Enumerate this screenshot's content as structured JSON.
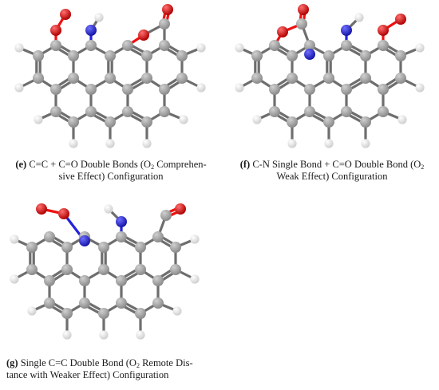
{
  "panels": [
    {
      "id": "e",
      "caption_label": "(e)",
      "caption_line1": " C=C + C=O Double Bonds (O",
      "caption_sub": "2",
      "caption_line1_tail": " Comprehen-",
      "caption_line2": "sive Effect) Configuration"
    },
    {
      "id": "f",
      "caption_label": "(f)",
      "caption_line1": " C-N Single Bond + C=O Double Bond (O",
      "caption_sub": "2",
      "caption_line1_tail": "",
      "caption_line2": "Weak Effect) Configuration"
    },
    {
      "id": "g",
      "caption_label": "(g)",
      "caption_line1": " Single C=C Double Bond (O",
      "caption_sub": "2",
      "caption_line1_tail": " Remote Dis-",
      "caption_line2": "tance with Weaker Effect) Configuration"
    }
  ],
  "colors": {
    "carbon": "#8a8a8a",
    "hydrogen": "#f2f2f2",
    "nitrogen": "#2222dd",
    "oxygen": "#ee1111",
    "bond": "#6e6e6e"
  }
}
